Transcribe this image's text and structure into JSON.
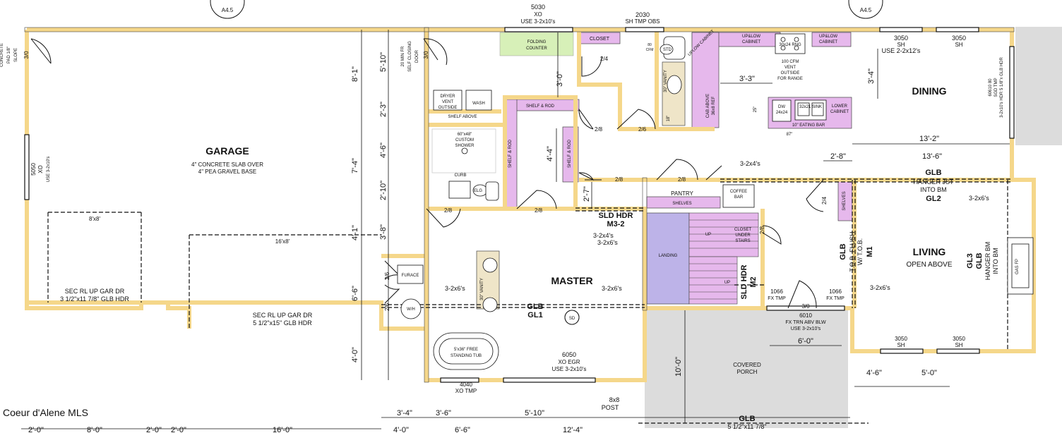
{
  "rooms": {
    "garage": {
      "name": "GARAGE",
      "note1": "4\" CONCRETE SLAB OVER",
      "note2": "4\" PEA GRAVEL BASE"
    },
    "master": {
      "name": "MASTER"
    },
    "dining": {
      "name": "DINING"
    },
    "living": {
      "name": "LIVING",
      "note": "OPEN ABOVE"
    },
    "pantry": {
      "name": "PANTRY",
      "shelves": "SHELVES"
    },
    "landing": {
      "name": "LANDING"
    },
    "closet": {
      "name": "CLOSET"
    },
    "porch": {
      "line1": "COVERED",
      "line2": "PORCH"
    }
  },
  "labels": {
    "folding_counter1": "FOLDING",
    "folding_counter2": "COUNTER",
    "shelf_rod": "SHELF & ROD",
    "shelf_above": "SHELF ABOVE",
    "dryer1": "DRYER",
    "dryer2": "VENT",
    "dryer3": "OUTSIDE",
    "wash": "WASH",
    "shower1": "60\"x48\"",
    "shower2": "CUSTOM",
    "shower3": "SHOWER",
    "curb": "CURB",
    "tub1": "5'x36\" FREE",
    "tub2": "STANDING TUB",
    "furnace": "FURACE",
    "wh": "W/H",
    "vanity": "30\" VANITY",
    "coffee_bar1": "COFFEE",
    "coffee_bar2": "BAR",
    "closet_under1": "CLOSET",
    "closet_under2": "UNDER",
    "closet_under3": "STAIRS",
    "upper_cab": "UPLOW CABINET",
    "upplow1": "UP&LOW",
    "upplow2": "CABINET",
    "range": "30x24 RNG",
    "vent1": "100 CFM",
    "vent2": "VENT",
    "vent3": "OUTSIDE",
    "vent4": "FOR RANGE",
    "dw1": "DW",
    "dw2": "24x24",
    "sink": "32x21 SINK",
    "lower_cab1": "LOWER",
    "lower_cab2": "CABINET",
    "eating_bar": "10\" EATING BAR",
    "eating_bar_dim": "87\"",
    "cab_above1": "CAB ABOVE",
    "cab_above2": "36x8 REF",
    "shelves": "SHELVES",
    "std": "STD",
    "elg": "ELG",
    "sd": "SD",
    "up1": "UP",
    "up2": "UP",
    "fp": "GAS FP",
    "fire_door1": "20 MIN FR",
    "fire_door2": "SELF CLOSING",
    "fire_door3": "DOOR",
    "concrete1": "CONCRETE",
    "concrete2": "PAD 1/8\"",
    "concrete3": "SLOPE",
    "watermark": "Coeur d'Alene MLS",
    "eighteen": "18\"",
    "sgd": "SGD TMP",
    "sgd_hdr": "3-2x10's HDR 5 1/8\"x GLB HDR",
    "sgd_num": "60610 80"
  },
  "windows": {
    "w5030": "5030",
    "w5030_type": "XO",
    "w5030_note": "USE 3-2x10's",
    "w2030": "2030",
    "w2030_type": "SH TMP OBS",
    "w3050a": "3050",
    "w3050a_type": "SH",
    "w3050b": "3050",
    "w3050b_type": "SH",
    "w3050_note": "USE 2-2x12's",
    "w3050c": "3050",
    "w3050c_type": "SH",
    "w3050d": "3050",
    "w3050d_type": "SH",
    "w6050": "6050",
    "w6050_type": "XO EGR",
    "w6050_note": "USE 3-2x10's",
    "w4040": "4040",
    "w4040_type": "XO TMP",
    "w1066a": "1066",
    "w1066a_type": "FX TMP",
    "w1066b": "1066",
    "w1066b_type": "FX TMP",
    "w6010": "6010",
    "w6010_type": "FX TRN ABV BLW",
    "w6010_note": "USE 3-2x10's",
    "w5050": "5050",
    "w5050_type": "XO",
    "w5050_note": "USE 3-2x10's"
  },
  "doors": {
    "d30a": "3/0",
    "d30b": "3/0",
    "d30c": "3/0",
    "d24a": "2/4",
    "d24b": "2/4",
    "d28a": "2/8",
    "d28b": "2/8",
    "d28c": "2/8",
    "d28d": "2/8",
    "d28e": "2/8",
    "d28f": "2/8",
    "d26a": "2/6",
    "d26b": "2/6",
    "d26c": "2/6"
  },
  "garage_doors": {
    "door1_size": "8'x8'",
    "door1_l1": "SEC RL UP GAR DR",
    "door1_l2": "3 1/2\"x11 7/8\" GLB HDR",
    "door2_size": "16'x8'",
    "door2_l1": "SEC RL UP GAR DR",
    "door2_l2": "5 1/2\"x15\" GLB HDR"
  },
  "beams": {
    "sld1": "SLD HDR",
    "sld1b": "M3-2",
    "sld2": "SLD HDR",
    "sld2b": "M2",
    "glb1": "GLB",
    "glb1b": "GL1",
    "glb2": "GLB",
    "glb2a": "HANGER JST",
    "glb2b": "INTO BM",
    "glb2c": "GL2",
    "glb3": "GLB",
    "glb3a": "T.O.B. FLUSH",
    "glb3b": "W/ T.O.B.",
    "glb3c": "M1",
    "glb4a": "GL3",
    "glb4b": "GLB",
    "glb4c": "HANGER BM",
    "glb4d": "INTO BM",
    "glb5": "GLB",
    "glb5b": "5 1/2\"x11 7/8\"",
    "post1": "8x8",
    "post2": "POST",
    "c1": "3-2x6's",
    "c2": "3-2x4's",
    "c3": "3-2x6's",
    "c4": "3-2x6's",
    "c5": "3-2x4's",
    "c6": "3-2x6's",
    "c7": "3-2x6's",
    "c8": "3-2x6's"
  },
  "dims": {
    "v1": "8'-1\"",
    "v2": "5'-10\"",
    "v3": "2'-3\"",
    "v4": "7'-4\"",
    "v5": "4'-6\"",
    "v6": "2'-10\"",
    "v7": "4'-1\"",
    "v8": "3'-8\"",
    "v9": "6'-6\"",
    "v10": "4'-0\"",
    "v11": "3'-0\"",
    "v12": "4'-4\"",
    "v13": "2'-7\"",
    "v14": "10'-0\"",
    "v15": "3'-4\"",
    "h1": "3'-3\"",
    "h2": "13'-2\"",
    "h3": "13'-6\"",
    "h4": "2'-8\"",
    "h5": "6'-0\"",
    "h6": "4'-6\"",
    "h7": "5'-0\"",
    "h8": "3'-4\"",
    "h9": "3'-6\"",
    "h10": "5'-10\"",
    "b1": "2'-0\"",
    "b2": "8'-0\"",
    "b3": "2'-0\"",
    "b4": "2'-0\"",
    "b5": "16'-0\"",
    "b6": "4'-0\"",
    "b7": "6'-6\"",
    "b8": "12'-4\"",
    "sw25": "25\"",
    "sw18": "18\"",
    "cfm1": "80",
    "cfm2": "CFM"
  },
  "sections": {
    "s1": "A4.5",
    "s2": "A4.5"
  },
  "colors": {
    "wall": "#f5d78a",
    "cabinet": "#e6b8ec",
    "counter": "#d7f0b8",
    "stairs": "#bdb3e8",
    "porch": "#dcdcdc",
    "line": "#111111"
  }
}
